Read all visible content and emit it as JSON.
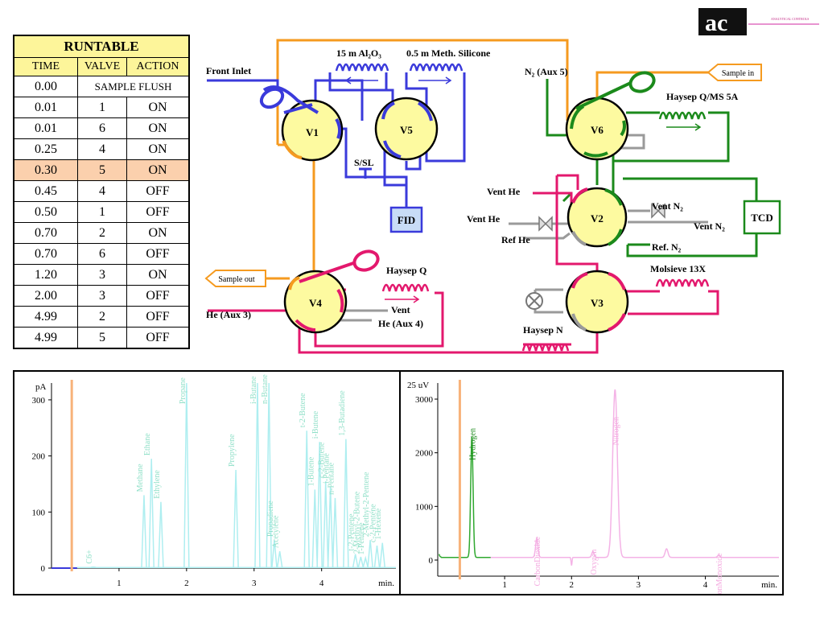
{
  "logo": {
    "mark": "ac",
    "text": "ANALYTICAL CONTROLS"
  },
  "runtable": {
    "title": "RUNTABLE",
    "headers": [
      "TIME",
      "VALVE",
      "ACTION"
    ],
    "flush_row": {
      "time": "0.00",
      "text": "SAMPLE FLUSH"
    },
    "rows": [
      {
        "time": "0.01",
        "valve": "1",
        "action": "ON"
      },
      {
        "time": "0.01",
        "valve": "6",
        "action": "ON"
      },
      {
        "time": "0.25",
        "valve": "4",
        "action": "ON"
      },
      {
        "time": "0.30",
        "valve": "5",
        "action": "ON"
      },
      {
        "time": "0.45",
        "valve": "4",
        "action": "OFF"
      },
      {
        "time": "0.50",
        "valve": "1",
        "action": "OFF"
      },
      {
        "time": "0.70",
        "valve": "2",
        "action": "ON"
      },
      {
        "time": "0.70",
        "valve": "6",
        "action": "OFF"
      },
      {
        "time": "1.20",
        "valve": "3",
        "action": "ON"
      },
      {
        "time": "2.00",
        "valve": "3",
        "action": "OFF"
      },
      {
        "time": "4.99",
        "valve": "2",
        "action": "OFF"
      },
      {
        "time": "4.99",
        "valve": "5",
        "action": "OFF"
      }
    ],
    "highlight_index": 3
  },
  "diagram": {
    "valves": [
      "V1",
      "V5",
      "V6",
      "V2",
      "V4",
      "V3"
    ],
    "labels": {
      "front_inlet": "Front Inlet",
      "col1": "15 m Al₂O₃",
      "col2": "0.5 m Meth. Silicone",
      "n2_aux5": "N₂ (Aux 5)",
      "sample_in": "Sample in",
      "haysep_qms": "Haysep Q/MS 5A",
      "ssl": "S/SL",
      "fid": "FID",
      "vent_he_1": "Vent He",
      "vent_he_2": "Vent He",
      "ref_he": "Ref He",
      "vent_n2_1": "Vent N₂",
      "vent_n2_2": "Vent N₂",
      "ref_n2": "Ref. N₂",
      "tcd": "TCD",
      "sample_out": "Sample out",
      "haysep_q": "Haysep Q",
      "he_aux3": "He (Aux 3)",
      "vent": "Vent",
      "he_aux4": "He (Aux 4)",
      "molsieve": "Molsieve 13X",
      "haysep_n": "Haysep N"
    },
    "colors": {
      "orange": "#f59a1f",
      "blue": "#3a3adb",
      "green": "#1b8a1b",
      "magenta": "#e3186d",
      "gray": "#9a9a9a",
      "valve_fill": "#fdfaa0"
    }
  },
  "chart_data": [
    {
      "type": "line",
      "title": "",
      "ylabel": "pA",
      "xlabel": "min.",
      "xlim": [
        0,
        5.1
      ],
      "ylim": [
        0,
        330
      ],
      "yticks": [
        0,
        100,
        200,
        300
      ],
      "xticks": [
        1,
        2,
        3,
        4
      ],
      "marker_time": 0.3,
      "series_color": "#aeeef0",
      "peaks": [
        {
          "name": "C6+",
          "x": 0.62,
          "y": 2
        },
        {
          "name": "Methane",
          "x": 1.37,
          "y": 130
        },
        {
          "name": "Ethane",
          "x": 1.48,
          "y": 195
        },
        {
          "name": "Ethylene",
          "x": 1.62,
          "y": 118
        },
        {
          "name": "Propane",
          "x": 2.0,
          "y": 330
        },
        {
          "name": "Propylene",
          "x": 2.73,
          "y": 175
        },
        {
          "name": "i-Butane",
          "x": 3.05,
          "y": 340
        },
        {
          "name": "n-Butane",
          "x": 3.22,
          "y": 335
        },
        {
          "name": "Propadiene",
          "x": 3.3,
          "y": 50
        },
        {
          "name": "Acetylene",
          "x": 3.38,
          "y": 30
        },
        {
          "name": "t-2-Butene",
          "x": 3.78,
          "y": 245
        },
        {
          "name": "1-Butene",
          "x": 3.9,
          "y": 140
        },
        {
          "name": "i-Butene",
          "x": 3.97,
          "y": 225
        },
        {
          "name": "c-2-Butene",
          "x": 4.06,
          "y": 155
        },
        {
          "name": "i-Pentane",
          "x": 4.13,
          "y": 145
        },
        {
          "name": "n-Pentane",
          "x": 4.2,
          "y": 125
        },
        {
          "name": "1,3-Butadiene",
          "x": 4.36,
          "y": 230
        },
        {
          "name": "t-2-Pentene",
          "x": 4.5,
          "y": 25
        },
        {
          "name": "2-Methyl-2-Butene",
          "x": 4.58,
          "y": 20
        },
        {
          "name": "1-Pentene",
          "x": 4.65,
          "y": 18
        },
        {
          "name": "2-Methyl-2-Pentene",
          "x": 4.72,
          "y": 50
        },
        {
          "name": "c-2-Pentene",
          "x": 4.82,
          "y": 40
        },
        {
          "name": "1-Hexene",
          "x": 4.9,
          "y": 45
        }
      ]
    },
    {
      "type": "line",
      "title": "",
      "ylabel": "25 uV",
      "xlabel": "min.",
      "xlim": [
        0,
        5.1
      ],
      "ylim": [
        -300,
        3300
      ],
      "yticks": [
        0,
        1000,
        2000,
        3000
      ],
      "xticks": [
        1,
        2,
        3,
        4
      ],
      "marker_time": 0.33,
      "series": [
        {
          "name": "Hydrogen",
          "color": "#2fa82f",
          "x": 0.51,
          "y": 2250
        },
        {
          "name": "CarbonDioxide",
          "color": "#f4b3e6",
          "x": 1.48,
          "y": 350
        },
        {
          "name": "Oxygen",
          "color": "#f4b3e6",
          "x": 2.32,
          "y": 110
        },
        {
          "name": "Nitrogen",
          "color": "#f4b3e6",
          "x": 2.65,
          "y": 3130
        },
        {
          "name": "CarbonMonoxide",
          "color": "#f4b3e6",
          "x": 4.2,
          "y": 40
        }
      ],
      "extra_peak": {
        "x": 3.42,
        "y": 160
      },
      "dip": {
        "x": 2.0,
        "y": -150
      }
    }
  ]
}
